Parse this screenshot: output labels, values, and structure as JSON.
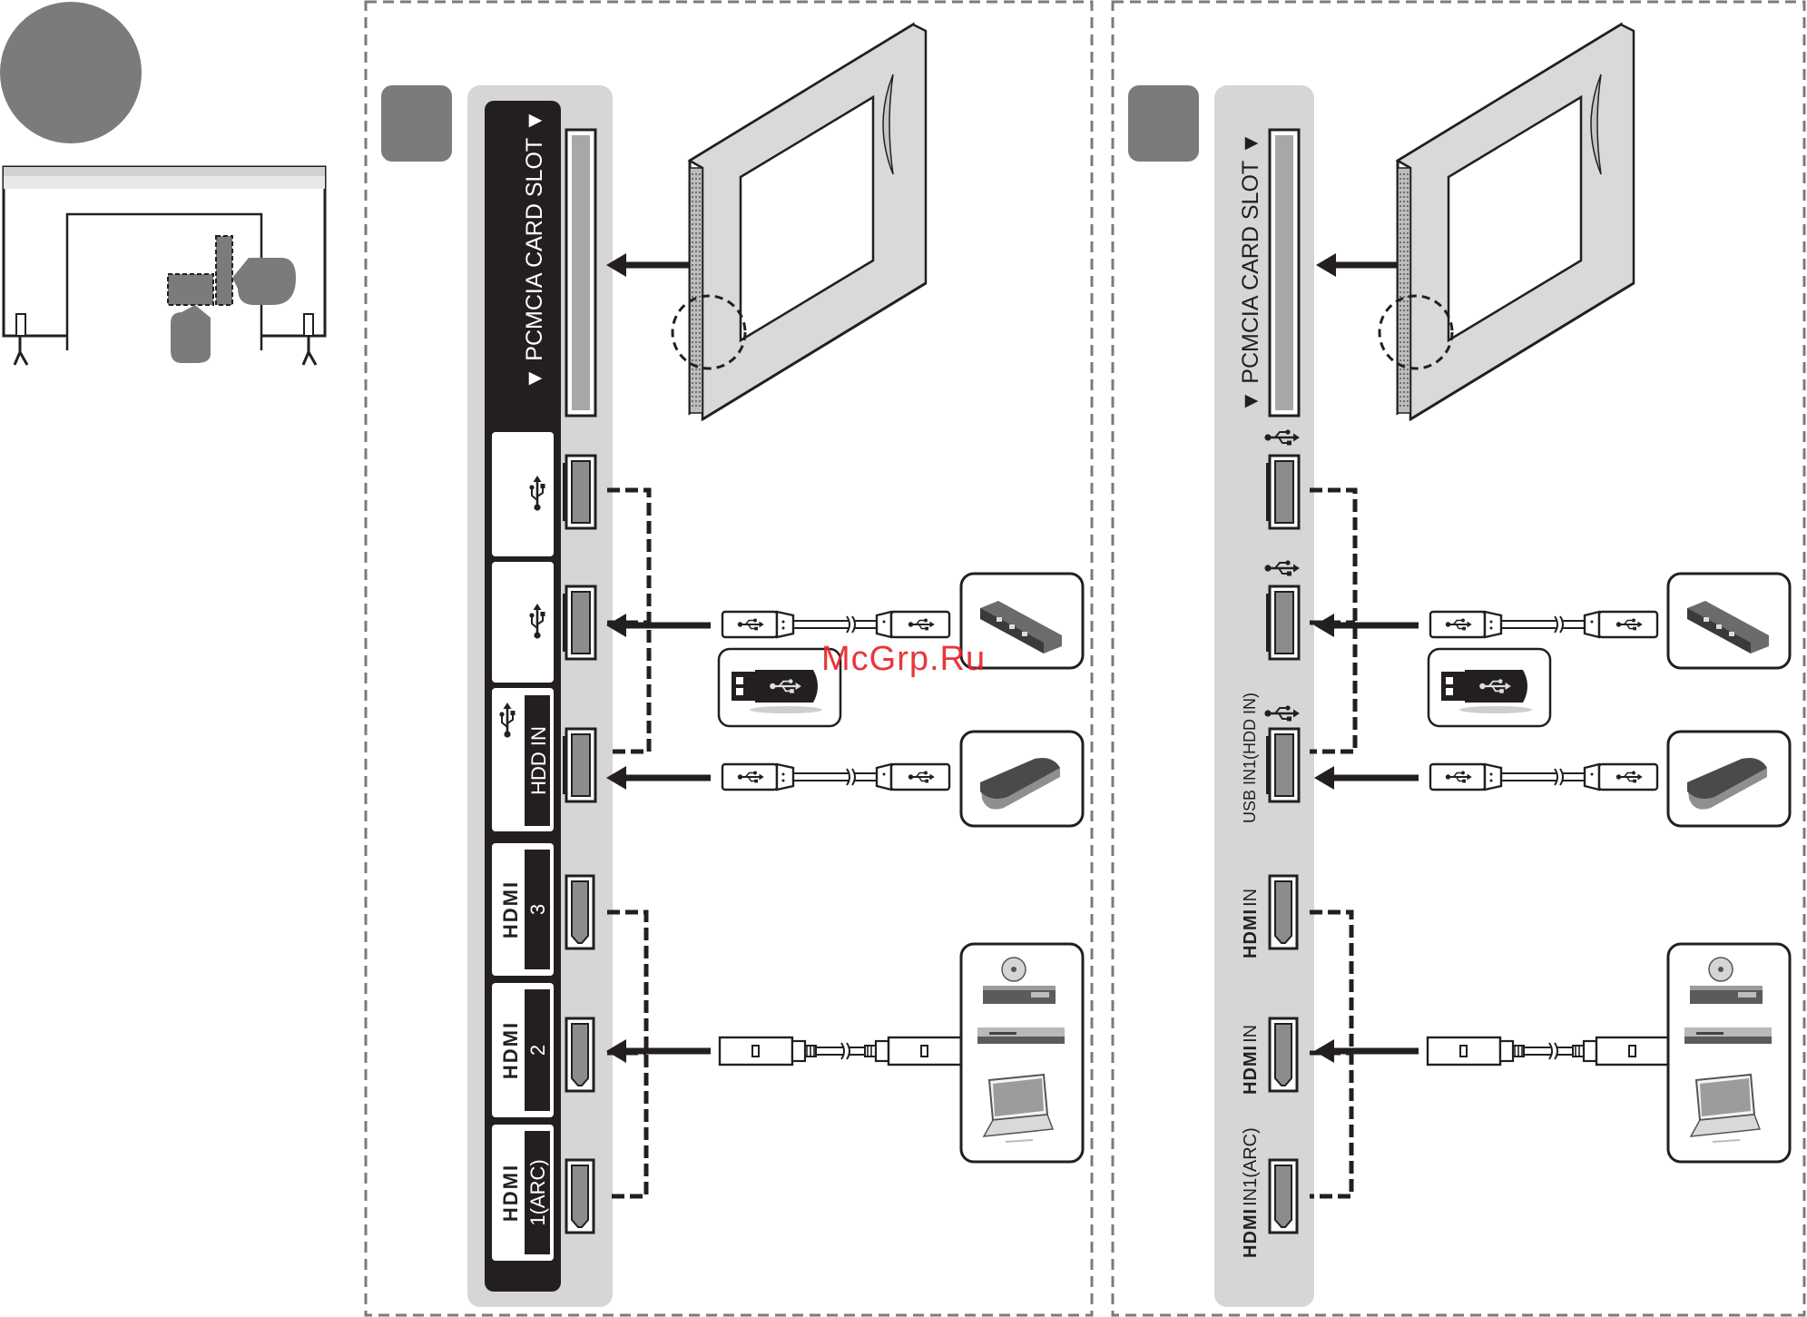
{
  "panel_a": {
    "slot_label": "▼ PCMCIA CARD SLOT ▼",
    "hdd_label": "HDD IN",
    "hdmi_logo": "HDMI",
    "hdmi_ports": [
      "3",
      "2",
      "1(ARC)"
    ]
  },
  "panel_b": {
    "slot_label": "▼ PCMCIA CARD SLOT ▼",
    "usb_hdd_label": "USB IN1(HDD IN)",
    "hdmi_logo": "HDMI",
    "hdmi_labels": [
      "IN",
      "IN",
      "IN1(ARC)"
    ]
  },
  "watermark": "McGrp.Ru",
  "colors": {
    "callout_gray": "#7b7b7b",
    "panel_gray": "#d6d6d6",
    "jack_dark": "#231f20",
    "watermark_red": "#e8262b"
  },
  "icons": [
    "usb-symbol-icon",
    "hdmi-logo-icon",
    "usb-hub-icon",
    "usb-stick-icon",
    "external-hdd-icon",
    "disc-player-icon",
    "dvd-player-icon",
    "laptop-icon",
    "ci-card-icon",
    "tv-back-icon"
  ]
}
